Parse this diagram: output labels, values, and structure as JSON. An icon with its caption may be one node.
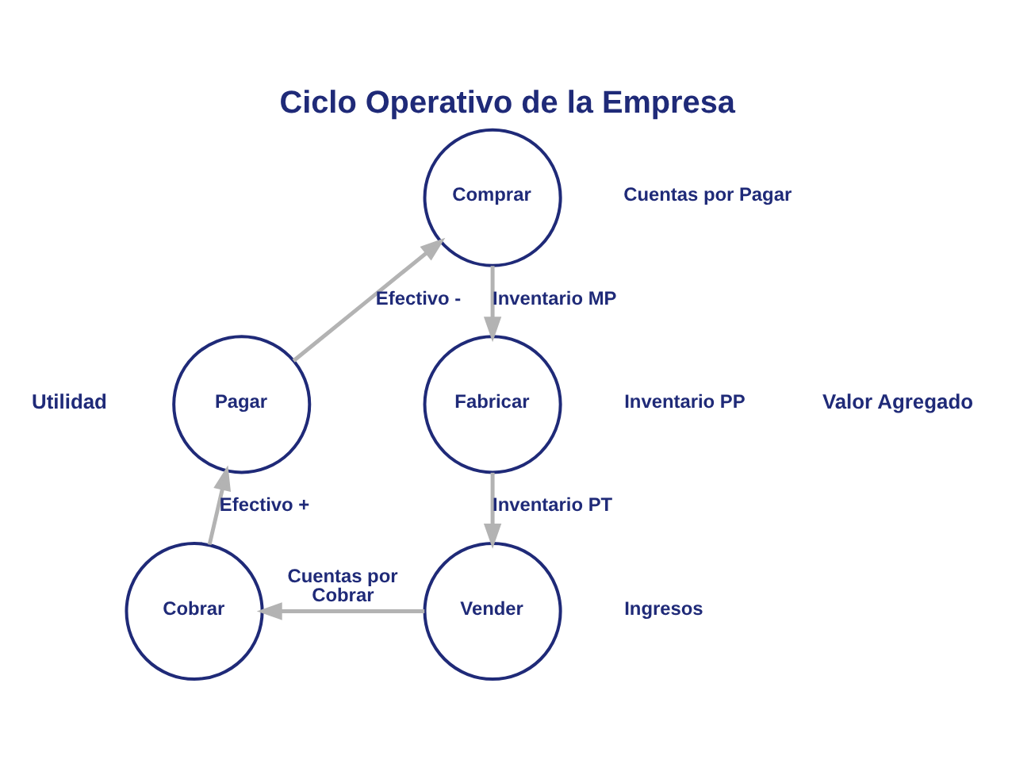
{
  "diagram": {
    "title": "Ciclo Operativo de la Empresa",
    "nodes": [
      {
        "text": [
          "Comprar"
        ],
        "beside": [
          "Cuentas por Pagar"
        ]
      },
      {
        "text": [
          "Pagar"
        ]
      },
      {
        "text": [
          "Fabricar"
        ],
        "beside": [
          "Inventario PP"
        ]
      },
      {
        "text": [
          "Cobrar"
        ]
      },
      {
        "text": [
          "Vender"
        ],
        "beside": [
          "Ingresos"
        ]
      }
    ],
    "edges": [
      {
        "from": 0,
        "to": 2,
        "arrow": "to",
        "label": "Inventario MP"
      },
      {
        "from": 2,
        "to": 4,
        "arrow": "to",
        "label": "Inventario PT"
      },
      {
        "from": 4,
        "to": 3,
        "arrow": "to",
        "label": "Cuentas por Cobrar"
      },
      {
        "from": 3,
        "to": 1,
        "arrow": "to",
        "label": "Efectivo +"
      },
      {
        "from": 1,
        "to": 0,
        "arrow": "to",
        "label": "Efectivo -"
      }
    ],
    "labels": [
      "Utilidad",
      "Valor Agregado"
    ]
  }
}
